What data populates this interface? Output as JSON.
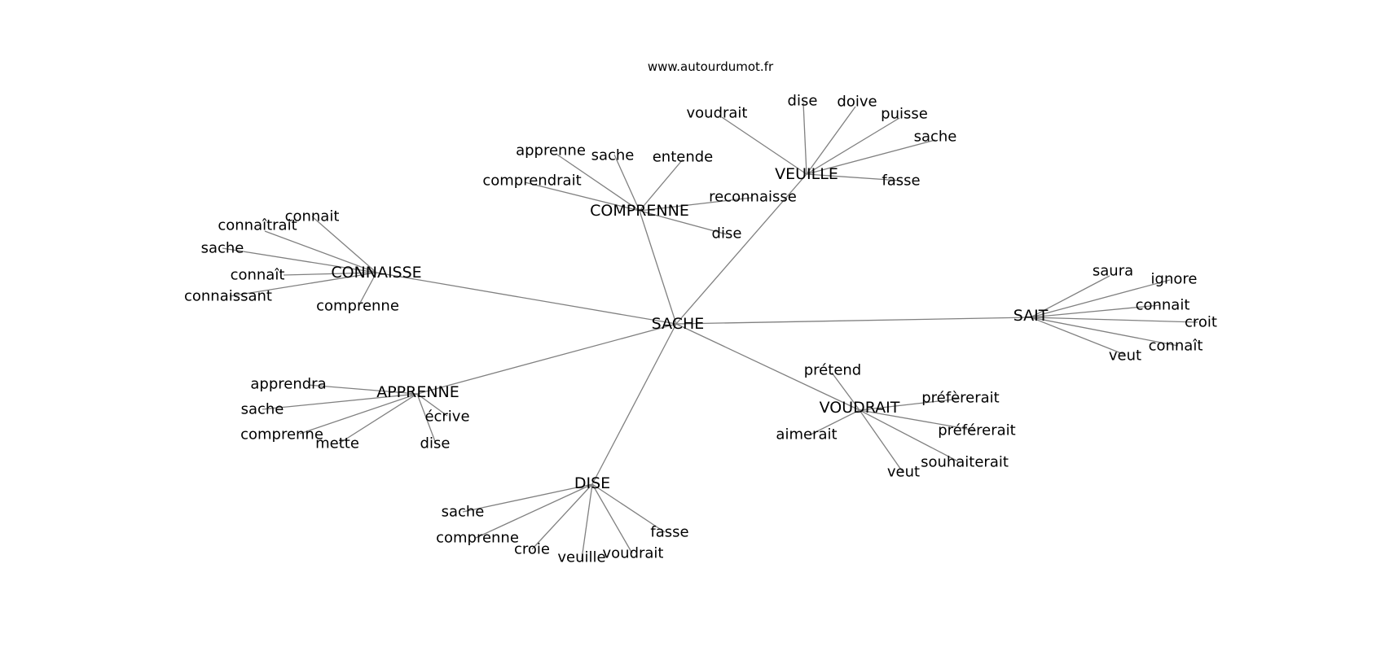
{
  "site_label": "www.autourdumot.fr",
  "graph": {
    "center": "SACHE",
    "clusters": [
      {
        "hub": "CONNAISSE",
        "words": [
          "connait",
          "connaîtrait",
          "sache",
          "connaît",
          "connaissant",
          "comprenne"
        ]
      },
      {
        "hub": "COMPRENNE",
        "words": [
          "apprenne",
          "sache",
          "entende",
          "comprendrait",
          "reconnaisse",
          "dise"
        ]
      },
      {
        "hub": "VEUILLE",
        "words": [
          "voudrait",
          "dise",
          "doive",
          "puisse",
          "sache",
          "fasse"
        ]
      },
      {
        "hub": "SAIT",
        "words": [
          "saura",
          "ignore",
          "connait",
          "croit",
          "connaît",
          "veut"
        ]
      },
      {
        "hub": "VOUDRAIT",
        "words": [
          "prétend",
          "préfèrerait",
          "aimerait",
          "préférerait",
          "souhaiterait",
          "veut"
        ]
      },
      {
        "hub": "DISE",
        "words": [
          "sache",
          "comprenne",
          "croie",
          "veuille",
          "voudrait",
          "fasse"
        ]
      },
      {
        "hub": "APPRENNE",
        "words": [
          "apprendra",
          "sache",
          "écrive",
          "comprenne",
          "mette",
          "dise"
        ]
      }
    ]
  }
}
